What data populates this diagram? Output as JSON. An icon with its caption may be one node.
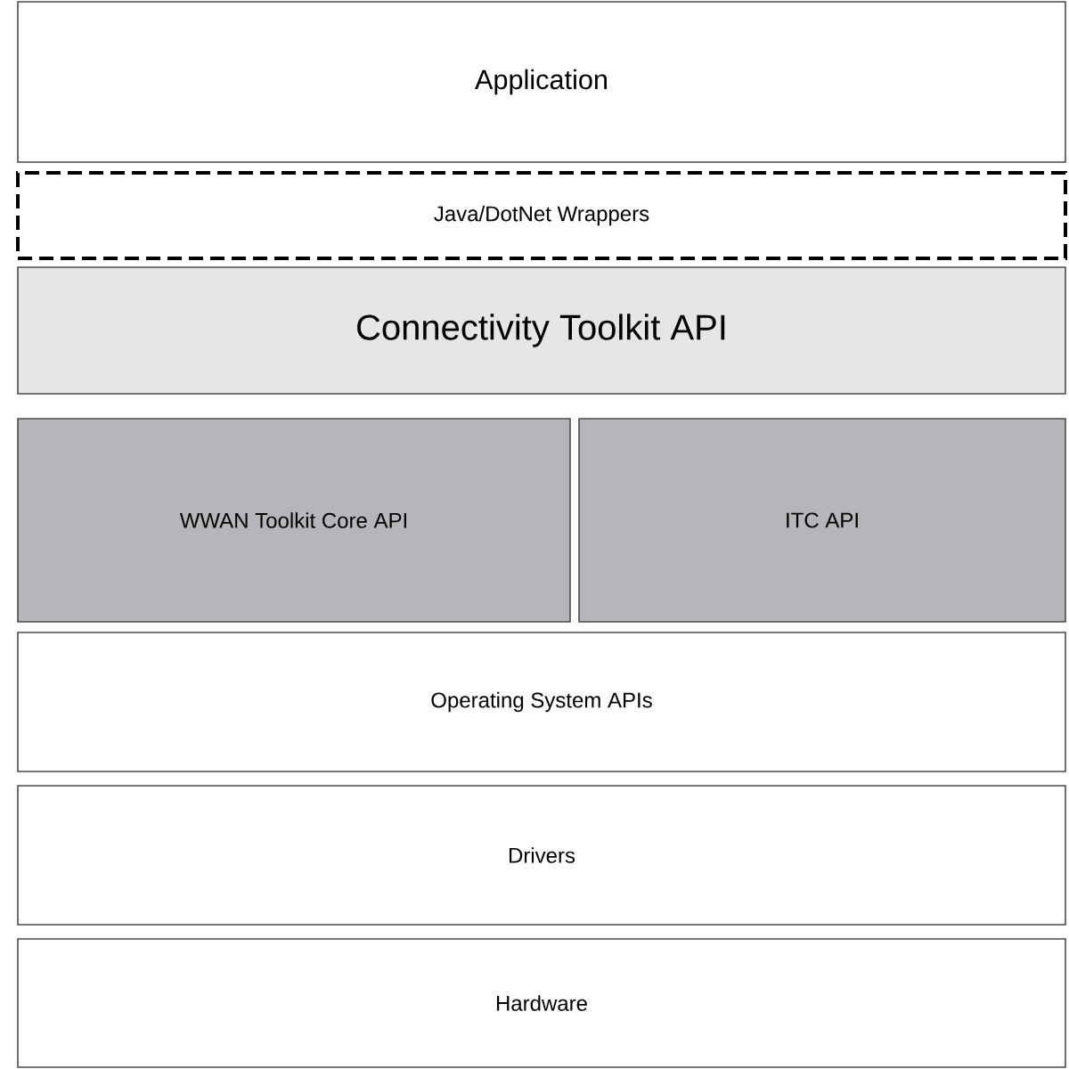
{
  "diagram": {
    "nodes": [
      {
        "text": [
          "Application"
        ]
      },
      {
        "text": [
          "Java/DotNet Wrappers"
        ]
      },
      {
        "text": [
          "Connectivity Toolkit API"
        ]
      },
      {
        "text": [
          "WWAN Toolkit Core API"
        ]
      },
      {
        "text": [
          "ITC API"
        ]
      },
      {
        "text": [
          "Operating System APIs"
        ]
      },
      {
        "text": [
          "Drivers"
        ]
      },
      {
        "text": [
          "Hardware"
        ]
      }
    ]
  }
}
